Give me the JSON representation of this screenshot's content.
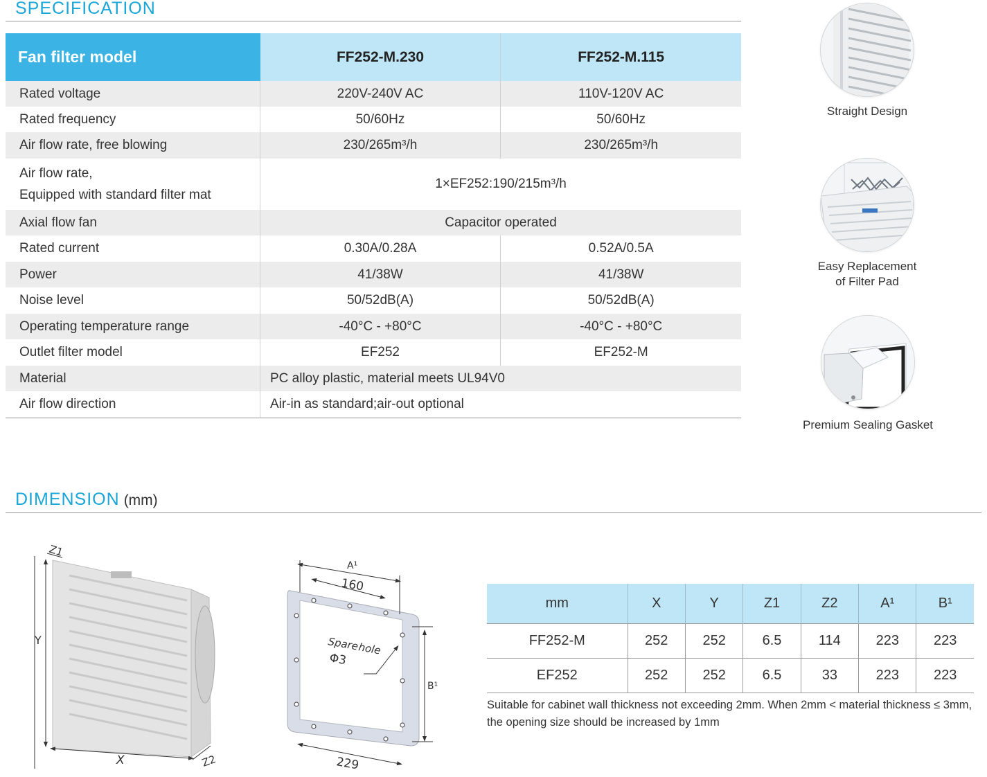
{
  "specification": {
    "title": "SPECIFICATION",
    "header": [
      "Fan filter model",
      "FF252-M.230",
      "FF252-M.115"
    ],
    "rows": [
      {
        "label": "Rated voltage",
        "v1": "220V-240V AC",
        "v2": "110V-120V AC"
      },
      {
        "label": "Rated frequency",
        "v1": "50/60Hz",
        "v2": "50/60Hz"
      },
      {
        "label": "Air flow rate, free blowing",
        "v1": "230/265m³/h",
        "v2": "230/265m³/h"
      },
      {
        "label_line1": "Air flow rate,",
        "label_line2": "Equipped with standard filter mat",
        "span": "1×EF252:190/215m³/h"
      },
      {
        "label": "Axial flow fan",
        "span": "Capacitor operated"
      },
      {
        "label": "Rated current",
        "v1": "0.30A/0.28A",
        "v2": "0.52A/0.5A"
      },
      {
        "label": "Power",
        "v1": "41/38W",
        "v2": "41/38W"
      },
      {
        "label": "Noise level",
        "v1": "50/52dB(A)",
        "v2": "50/52dB(A)"
      },
      {
        "label": "Operating temperature range",
        "v1": "-40°C - +80°C",
        "v2": "-40°C - +80°C"
      },
      {
        "label": "Outlet filter model",
        "v1": "EF252",
        "v2": "EF252-M"
      },
      {
        "label": "Material",
        "span": "PC alloy plastic, material meets UL94V0"
      },
      {
        "label": "Air flow direction",
        "span": "Air-in as standard;air-out optional"
      }
    ]
  },
  "features": [
    {
      "line1": "Straight Design",
      "line2": ""
    },
    {
      "line1": "Easy Replacement",
      "line2": "of Filter Pad"
    },
    {
      "line1": "Premium Sealing Gasket",
      "line2": ""
    }
  ],
  "dimension": {
    "title": "DIMENSION",
    "unit": "(mm)",
    "table_header": [
      "mm",
      "X",
      "Y",
      "Z1",
      "Z2",
      "A¹",
      "B¹"
    ],
    "table_rows": [
      [
        "FF252-M",
        "252",
        "252",
        "6.5",
        "114",
        "223",
        "223"
      ],
      [
        "EF252",
        "252",
        "252",
        "6.5",
        "33",
        "223",
        "223"
      ]
    ],
    "note": "Suitable for cabinet wall thickness not exceeding 2mm. When 2mm < material thickness ≤ 3mm, the opening size should be increased by 1mm",
    "drawing1": {
      "z1": "Z1",
      "y": "Y",
      "x": "X",
      "z2": "Z2"
    },
    "drawing2": {
      "a1": "A¹",
      "b1": "B¹",
      "d160": "160",
      "d229": "229",
      "spare1": "Spare",
      "spare2": "hole",
      "phi": "Φ3"
    }
  },
  "colors": {
    "accent": "#1aa6d8",
    "header_dark": "#3bb4e5",
    "header_light": "#bfe6f6",
    "row_alt": "#ececec"
  }
}
